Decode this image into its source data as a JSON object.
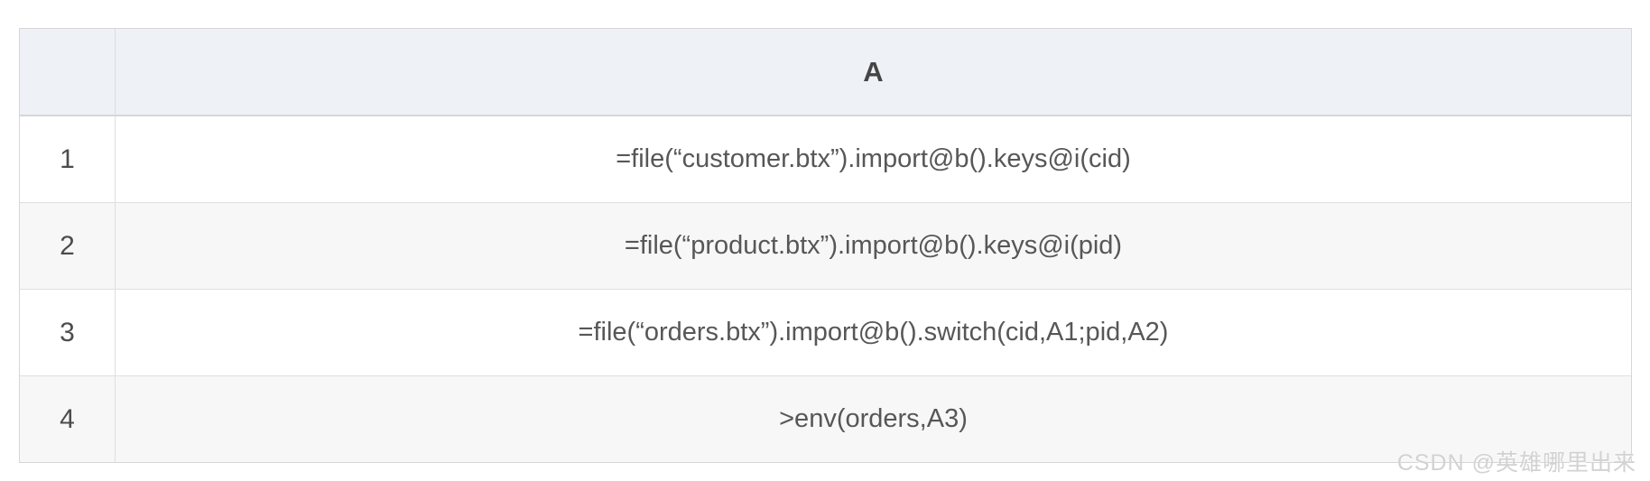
{
  "grid": {
    "column_header": "A",
    "rows": [
      {
        "number": "1",
        "code": "=file(“customer.btx”).import@b().keys@i(cid)"
      },
      {
        "number": "2",
        "code": "=file(“product.btx”).import@b().keys@i(pid)"
      },
      {
        "number": "3",
        "code": "=file(“orders.btx”).import@b().switch(cid,A1;pid,A2)"
      },
      {
        "number": "4",
        "code": ">env(orders,A3)"
      }
    ]
  },
  "watermark": {
    "text": "CSDN @英雄哪里出来"
  },
  "colors": {
    "header_background": "#eef1f5",
    "alt_row_background": "#f7f7f7",
    "border": "#d6d6d6",
    "cell_text": "#575757",
    "header_text": "#454545",
    "watermark_text": "#d2d2d2"
  }
}
